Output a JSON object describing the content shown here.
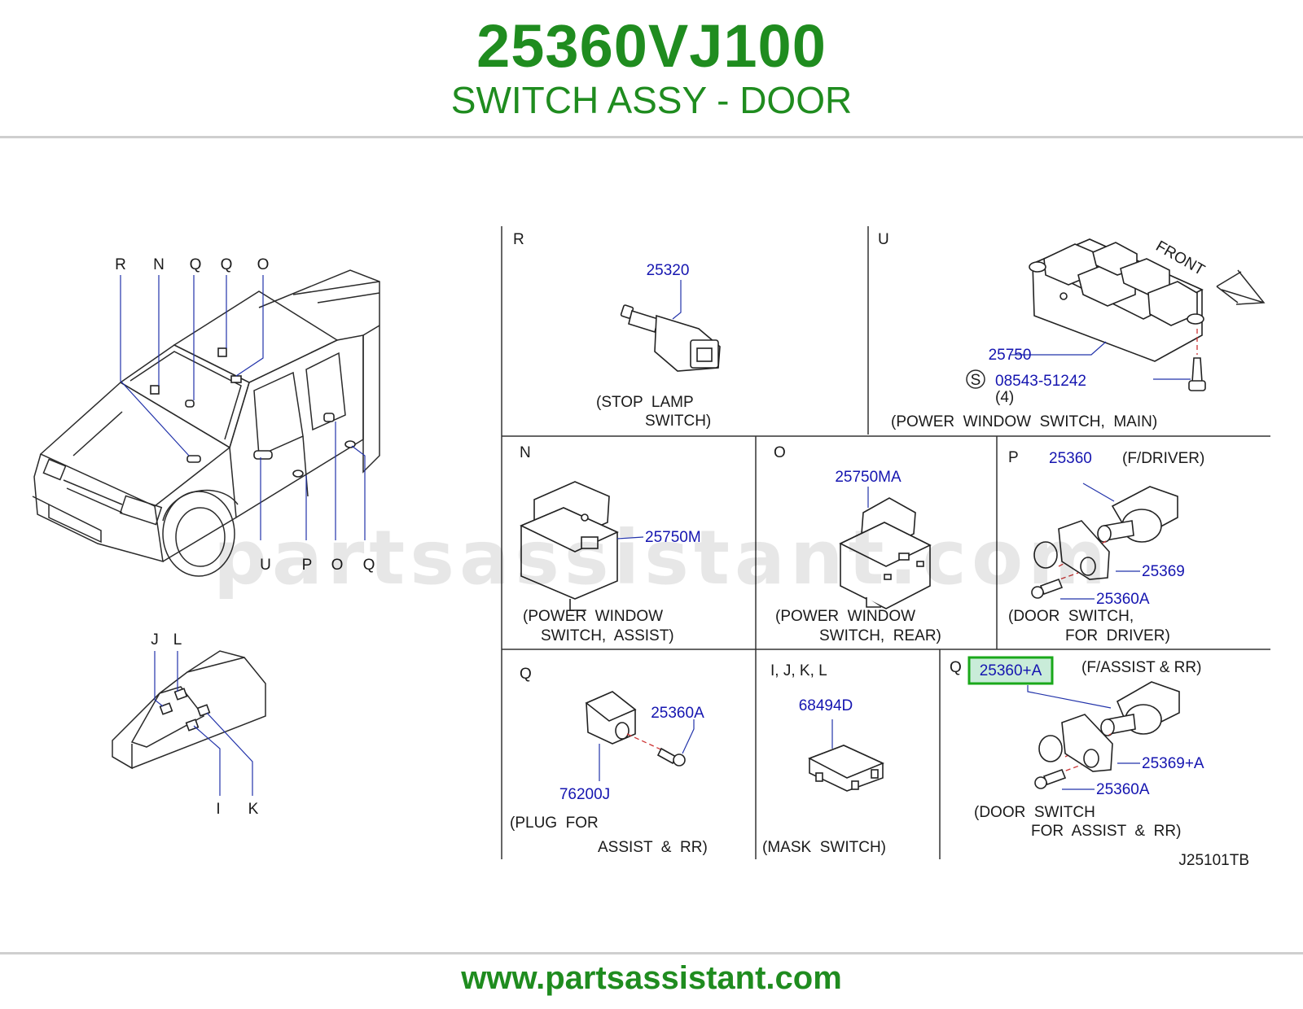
{
  "header": {
    "part_number": "25360VJ100",
    "part_name": "SWITCH ASSY - DOOR"
  },
  "footer": {
    "url": "www.partsassistant.com"
  },
  "watermark": "partsassistant.com",
  "colors": {
    "brand_green": "#1f8c1f",
    "part_blue": "#1515b0",
    "highlight": "#1aa81a"
  },
  "vehicle_callouts": {
    "top": [
      "R",
      "N",
      "Q",
      "Q",
      "O"
    ],
    "bottom": [
      "U",
      "P",
      "O",
      "Q"
    ]
  },
  "console_callouts": {
    "top": [
      "J",
      "L"
    ],
    "bottom": [
      "I",
      "K"
    ]
  },
  "panels": {
    "R": {
      "letter": "R",
      "parts": [
        "25320"
      ],
      "caption_lines": [
        "(STOP  LAMP",
        "SWITCH)"
      ]
    },
    "U": {
      "letter": "U",
      "parts": [
        "25750",
        "08543-51242"
      ],
      "screw_prefix": "S",
      "qty": "(4)",
      "front_label": "FRONT",
      "caption_lines": [
        "(POWER  WINDOW  SWITCH,  MAIN)"
      ]
    },
    "N": {
      "letter": "N",
      "parts": [
        "25750M"
      ],
      "caption_lines": [
        "(POWER  WINDOW",
        "SWITCH,  ASSIST)"
      ]
    },
    "O": {
      "letter": "O",
      "parts": [
        "25750MA"
      ],
      "caption_lines": [
        "(POWER  WINDOW",
        "SWITCH,  REAR)"
      ]
    },
    "P": {
      "letter": "P",
      "parts": [
        "25360",
        "25369",
        "25360A"
      ],
      "variant": "(F/DRIVER)",
      "caption_lines": [
        "(DOOR  SWITCH,",
        "FOR  DRIVER)"
      ]
    },
    "Q1": {
      "letter": "Q",
      "parts": [
        "25360A",
        "76200J"
      ],
      "caption_lines": [
        "(PLUG  FOR",
        "ASSIST  &  RR)"
      ]
    },
    "IJKL": {
      "letter": "I,  J,  K,  L",
      "parts": [
        "68494D"
      ],
      "caption_lines": [
        "(MASK  SWITCH)"
      ]
    },
    "Q2": {
      "letter": "Q",
      "parts": [
        "25360+A",
        "25369+A",
        "25360A"
      ],
      "variant": "(F/ASSIST  &  RR)",
      "caption_lines": [
        "(DOOR  SWITCH",
        "FOR  ASSIST  &  RR)"
      ]
    }
  },
  "diagram_code": "J25101TB"
}
